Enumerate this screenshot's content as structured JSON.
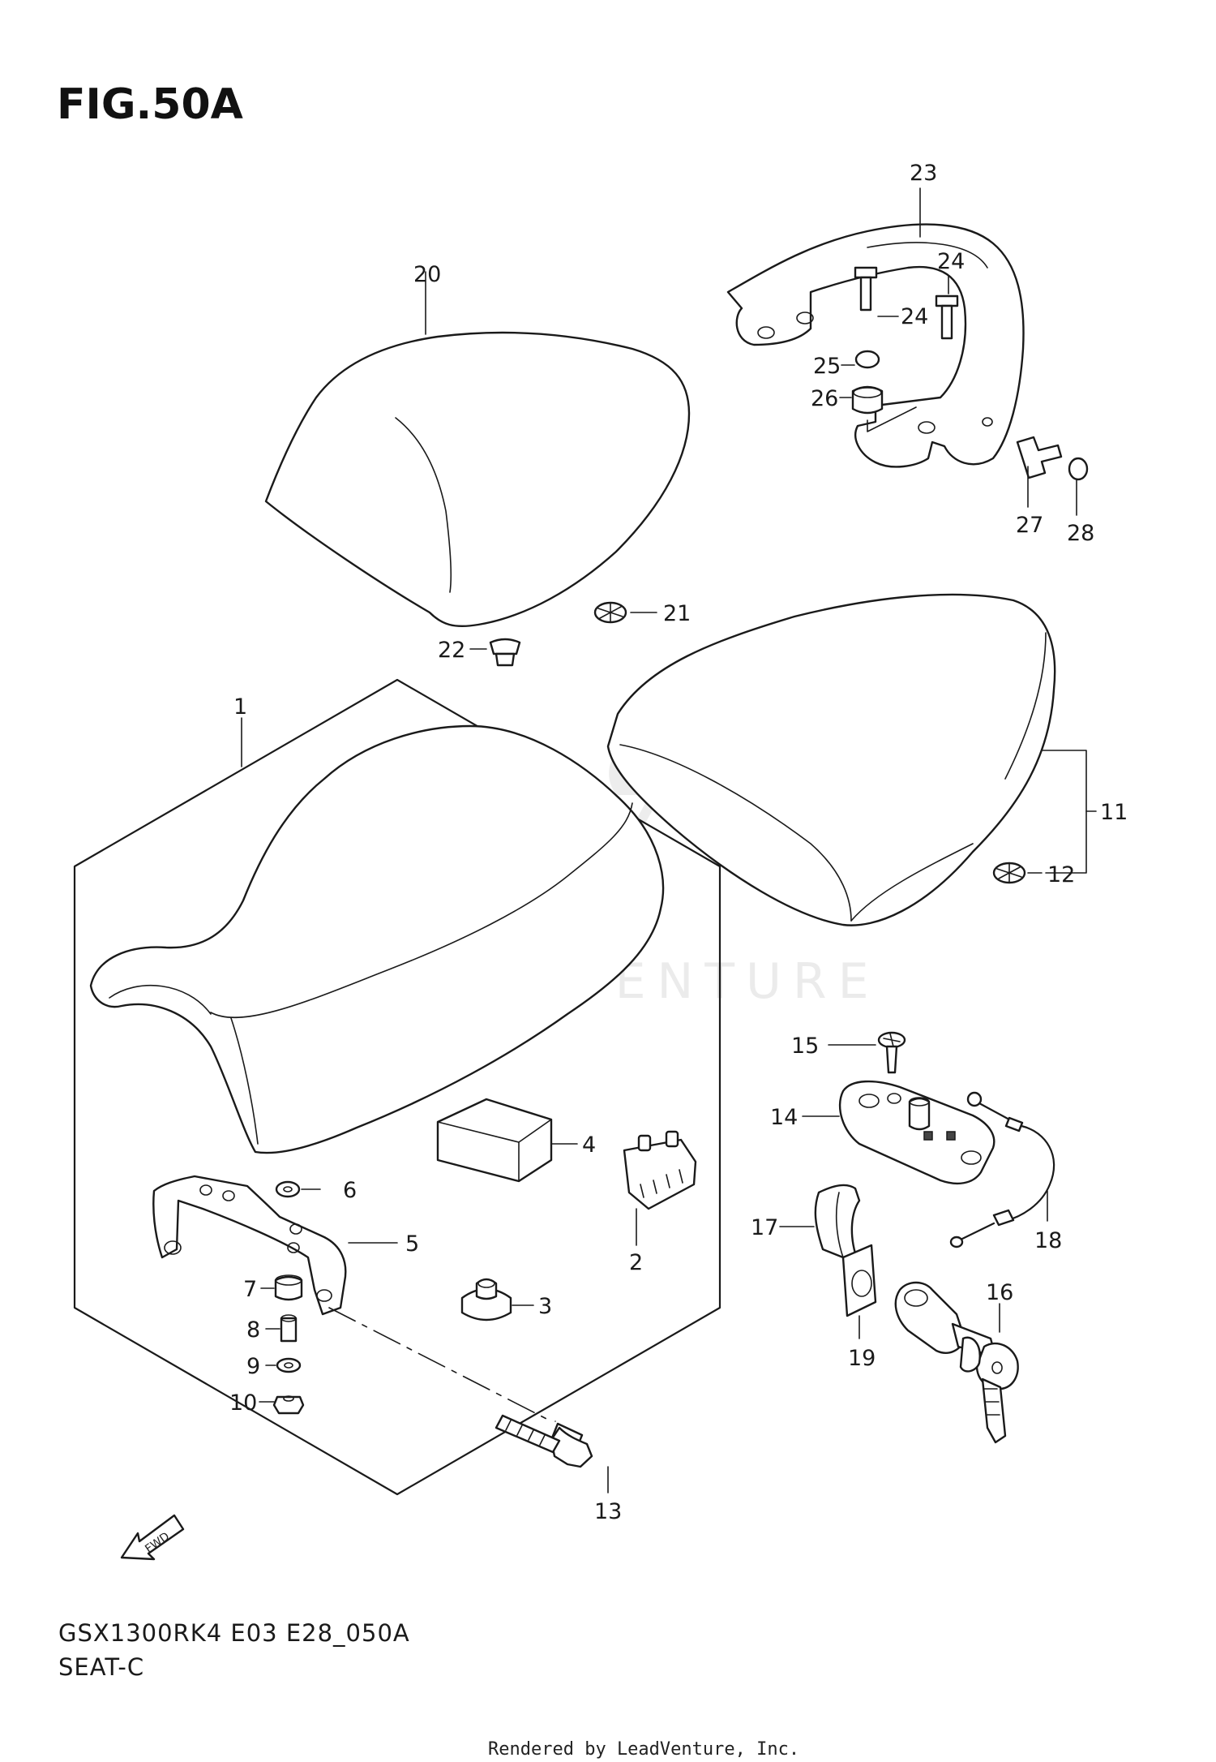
{
  "figure": {
    "title": "FIG.50A",
    "model_code": "GSX1300RK4 E03 E28_050A",
    "section": "SEAT-C",
    "rendered_by": "Rendered by LeadVenture, Inc.",
    "watermark": "LEADVENTURE",
    "fwd_arrow": "FWD"
  },
  "callouts": {
    "p1": "1",
    "p2": "2",
    "p3": "3",
    "p4": "4",
    "p5": "5",
    "p6": "6",
    "p7": "7",
    "p8": "8",
    "p9": "9",
    "p10": "10",
    "p11": "11",
    "p12": "12",
    "p13": "13",
    "p14": "14",
    "p15": "15",
    "p16": "16",
    "p17": "17",
    "p18": "18",
    "p19": "19",
    "p20": "20",
    "p21": "21",
    "p22": "22",
    "p23": "23",
    "p24a": "24",
    "p24b": "24",
    "p25": "25",
    "p26": "26",
    "p27": "27",
    "p28": "28"
  }
}
